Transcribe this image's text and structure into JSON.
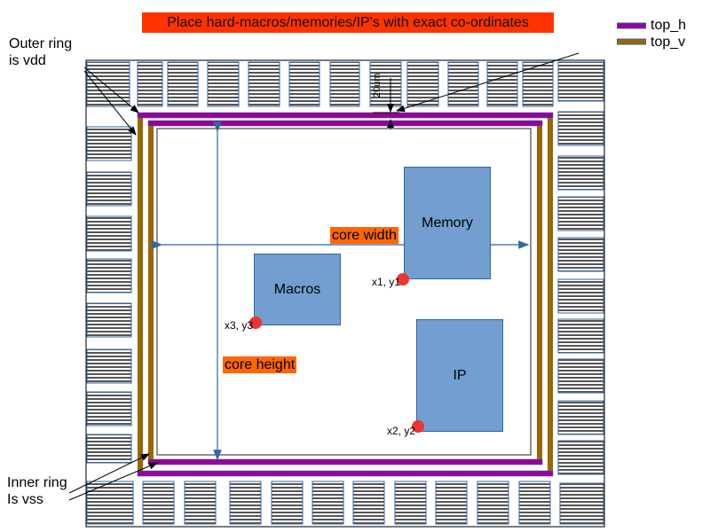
{
  "title": "Place hard-macros/memories/IP's with exact co-ordinates",
  "legend": [
    {
      "label": "top_h",
      "color": "#990099"
    },
    {
      "label": "top_v",
      "color": "#996600"
    }
  ],
  "annotations": {
    "outer_ring": [
      "Outer ring",
      "is vdd"
    ],
    "inner_ring": [
      "Inner ring",
      "Is vss"
    ],
    "spacing": "20um",
    "core_width": "core width",
    "core_height": "core height"
  },
  "blocks": {
    "memory": {
      "label": "Memory",
      "coord": "x1, y1"
    },
    "macros": {
      "label": "Macros",
      "coord": "x3, y3"
    },
    "ip": {
      "label": "IP",
      "coord": "x2, y2"
    }
  },
  "colors": {
    "block": "#729fcf",
    "pin": "#ee3333",
    "highlight": "#ff6600"
  }
}
